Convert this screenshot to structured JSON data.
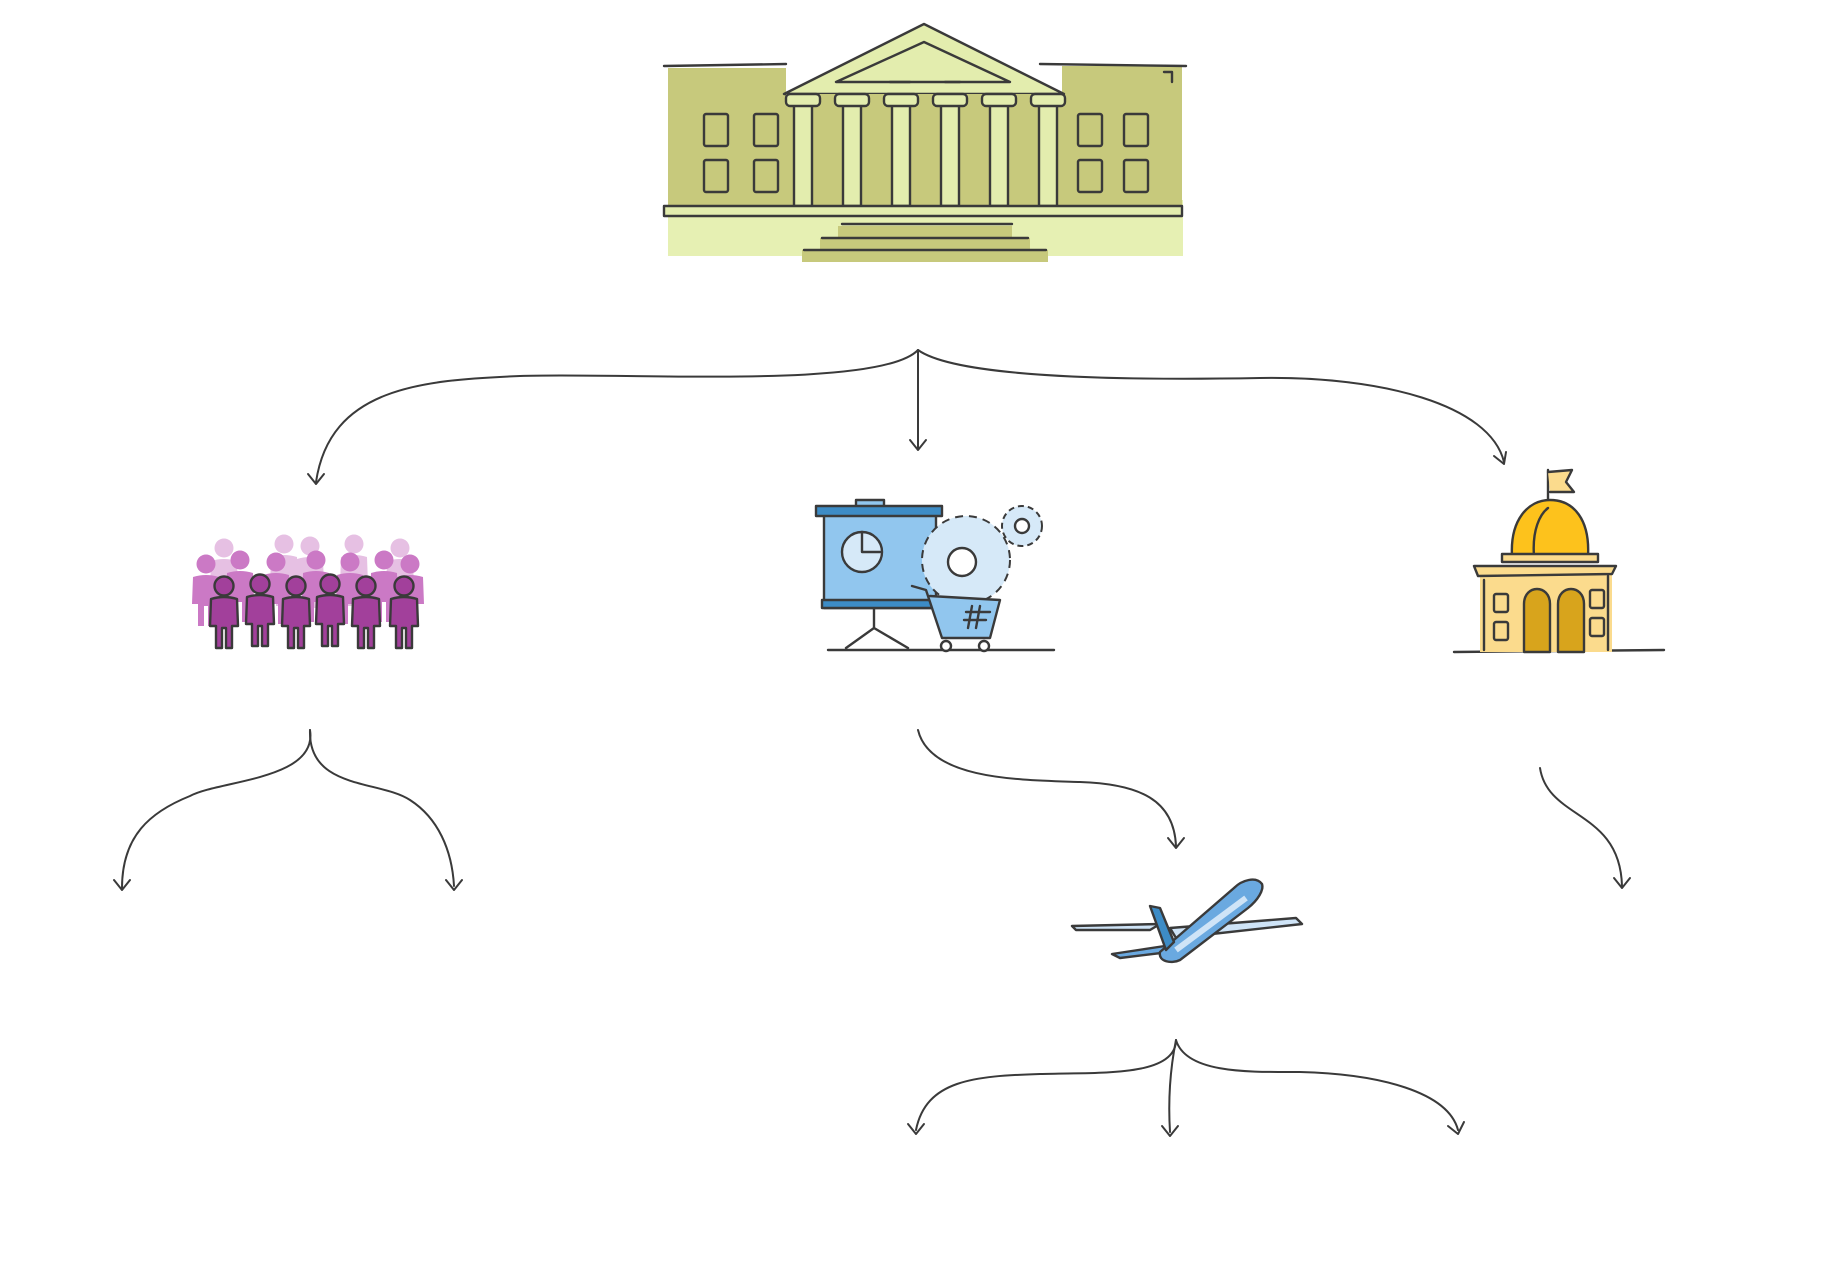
{
  "diagram": {
    "nodes": [
      {
        "id": "root",
        "icon": "government-building-icon"
      },
      {
        "id": "people",
        "icon": "crowd-icon"
      },
      {
        "id": "business",
        "icon": "business-commerce-icon"
      },
      {
        "id": "capitol",
        "icon": "capitol-building-icon"
      },
      {
        "id": "travel",
        "icon": "airplane-icon"
      }
    ],
    "edges": [
      {
        "from": "root",
        "to": "people"
      },
      {
        "from": "root",
        "to": "business"
      },
      {
        "from": "root",
        "to": "capitol"
      },
      {
        "from": "business",
        "to": "travel"
      },
      {
        "from": "people",
        "to": null
      },
      {
        "from": "people",
        "to": null
      },
      {
        "from": "capitol",
        "to": null
      },
      {
        "from": "travel",
        "to": null
      },
      {
        "from": "travel",
        "to": null
      },
      {
        "from": "travel",
        "to": null
      }
    ]
  },
  "colors": {
    "line": "#3a3a3a",
    "building": "#c7c97c",
    "building_light": "#e6f0b3",
    "people_dark": "#a2409b",
    "people_mid": "#cb79c5",
    "people_light": "#e6c0e3",
    "board_blue": "#91c6ee",
    "board_dark_blue": "#3d8cc6",
    "gear_light": "#d6e9f8",
    "dome_yellow": "#fdc21c",
    "capitol_body": "#fbdb8d",
    "door_gold": "#d8a41c",
    "plane_blue": "#6aa9e0",
    "plane_light": "#cfe4f7"
  }
}
